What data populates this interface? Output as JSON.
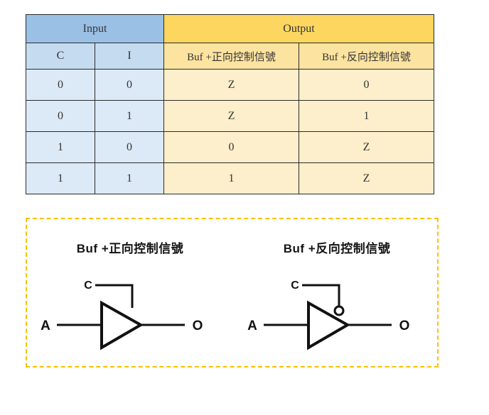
{
  "table": {
    "group_headers": [
      {
        "label": "Input",
        "span": 2
      },
      {
        "label": "Output",
        "span": 2
      }
    ],
    "columns": [
      "C",
      "I",
      "Buf +正向控制信號",
      "Buf +反向控制信號"
    ],
    "rows": [
      [
        "0",
        "0",
        "Z",
        "0"
      ],
      [
        "0",
        "1",
        "Z",
        "1"
      ],
      [
        "1",
        "0",
        "0",
        "Z"
      ],
      [
        "1",
        "1",
        "1",
        "Z"
      ]
    ],
    "colors": {
      "header_blue": "#9AC0E6",
      "header_gold": "#FCD65F",
      "sub_blue": "#C5DCF0",
      "sub_gold": "#FCE3A0",
      "cell_blue": "#DCE9F7",
      "cell_gold": "#FDEFCB",
      "border": "#2b2b2b"
    }
  },
  "diagram": {
    "panel_border_color": "#FFBF00",
    "gates": [
      {
        "title": "Buf +正向控制信號",
        "control_label": "C",
        "input_label": "A",
        "output_label": "O",
        "inverted_control": false
      },
      {
        "title": "Buf +反向控制信號",
        "control_label": "C",
        "input_label": "A",
        "output_label": "O",
        "inverted_control": true
      }
    ]
  }
}
